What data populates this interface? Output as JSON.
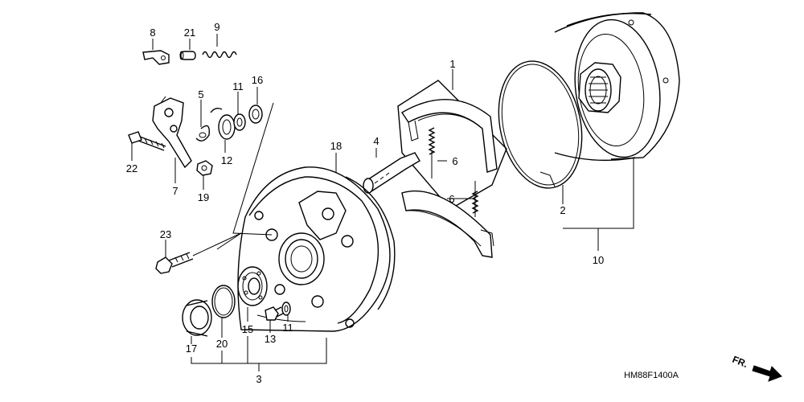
{
  "diagram": {
    "parts": {
      "p1": "1",
      "p2": "2",
      "p3": "3",
      "p4": "4",
      "p5": "5",
      "p6a": "6",
      "p6b": "6",
      "p7": "7",
      "p8": "8",
      "p9": "9",
      "p10": "10",
      "p11a": "11",
      "p11b": "11",
      "p12": "12",
      "p13": "13",
      "p15": "15",
      "p16": "16",
      "p17": "17",
      "p18": "18",
      "p19": "19",
      "p20": "20",
      "p21": "21",
      "p22": "22",
      "p23": "23"
    },
    "diagram_code": "HM88F1400A",
    "front_marker": "FR."
  }
}
